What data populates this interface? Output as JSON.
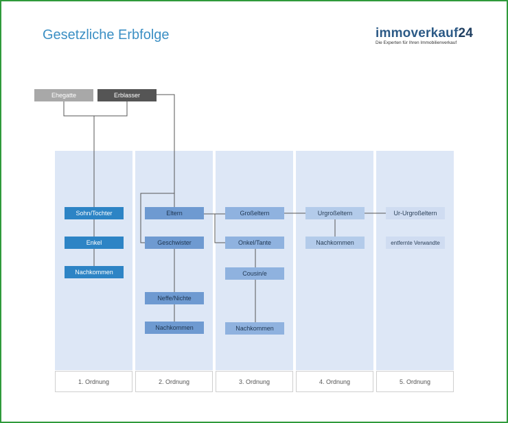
{
  "header": {
    "title": "Gesetzliche Erbfolge",
    "logo_text": "immoverkauf",
    "logo_number": "24",
    "logo_tagline": "Die Experten für Ihren Immobilienverkauf"
  },
  "top": {
    "ehegatte": "Ehegatte",
    "erblasser": "Erblasser"
  },
  "columns": [
    {
      "order": "1. Ordnung",
      "items": [
        "Sohn/Tochter",
        "Enkel",
        "Nachkommen"
      ]
    },
    {
      "order": "2. Ordnung",
      "items": [
        "Eltern",
        "Geschwister",
        "Neffe/Nichte",
        "Nachkommen"
      ]
    },
    {
      "order": "3. Ordnung",
      "items": [
        "Großeltern",
        "Onkel/Tante",
        "Cousin/e",
        "Nachkommen"
      ]
    },
    {
      "order": "4. Ordnung",
      "items": [
        "Urgroßeltern",
        "Nachkommen"
      ]
    },
    {
      "order": "5. Ordnung",
      "items": [
        "Ur-Urgroßeltern",
        "entfernte Verwandte"
      ]
    }
  ],
  "colors": {
    "column_bg": "#dde7f6",
    "order1": "#2d84c5",
    "order2": "#6e9ad1",
    "order3": "#8fb2df",
    "order4": "#b3cbea",
    "order5": "#cfdcf1",
    "frame": "#2f9a3b"
  }
}
